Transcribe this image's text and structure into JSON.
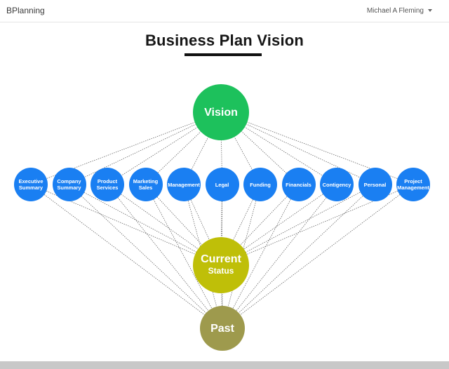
{
  "navbar": {
    "brand": "BPlanning",
    "user_name": "Michael A Fleming"
  },
  "page": {
    "title": "Business Plan Vision"
  },
  "diagram": {
    "vision": {
      "label": "Vision",
      "color": "#1dc15c"
    },
    "current": {
      "line1": "Current",
      "line2": "Status",
      "color": "#bfbf08"
    },
    "past": {
      "label": "Past",
      "color": "#9e9a4d"
    },
    "node_color": "#1a7ff2",
    "nodes": [
      {
        "label": "Executive Summary"
      },
      {
        "label": "Company Summary"
      },
      {
        "label": "Product Services"
      },
      {
        "label": "Marketing Sales"
      },
      {
        "label": "Management"
      },
      {
        "label": "Legal"
      },
      {
        "label": "Funding"
      },
      {
        "label": "Financials"
      },
      {
        "label": "Contigency"
      },
      {
        "label": "Personal"
      },
      {
        "label": "Project Management"
      }
    ]
  }
}
